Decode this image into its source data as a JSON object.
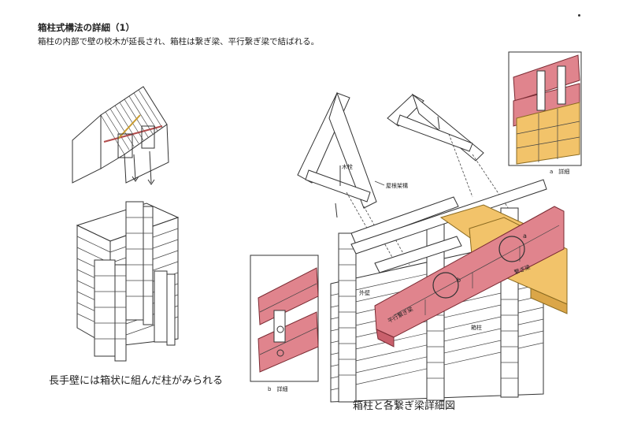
{
  "header": {
    "title": "箱柱式構法の詳細（1）",
    "subtitle": "箱柱の内部で壁の校木が延長され、箱柱は繋ぎ梁、平行繋ぎ梁で結ばれる。"
  },
  "captions": {
    "left": "長手壁には箱状に組んだ柱がみられる",
    "right": "箱柱と各繋ぎ梁詳細図"
  },
  "labels": {
    "mokuchu": "木栓",
    "yaneka": "屋根架構",
    "gaiheki": "外壁",
    "heiko": "平行繋ぎ梁",
    "tsunagi": "繋ぎ梁",
    "hakobashira": "箱柱",
    "mark_a": "a",
    "mark_b": "b",
    "detail_a": "a　詳細",
    "detail_b": "b　詳細"
  },
  "colors": {
    "parallel_beam": "#e0848d",
    "tie_beam": "#f2c36a",
    "line": "#333333"
  }
}
